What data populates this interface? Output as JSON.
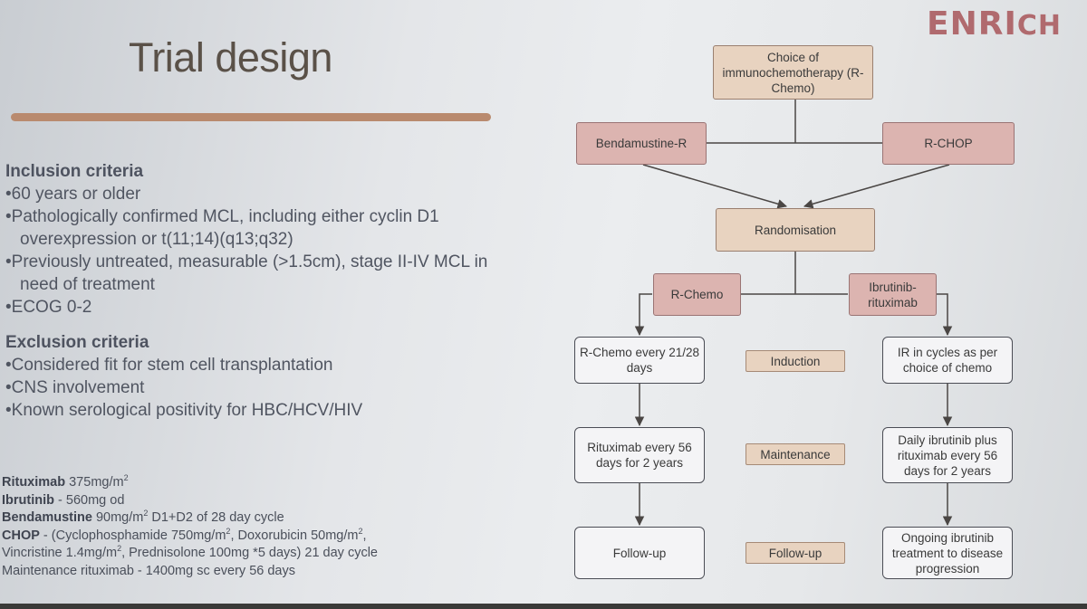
{
  "slide": {
    "title": "Trial design",
    "logo": {
      "part1": "EN",
      "part2": "RI",
      "part3": "CH"
    }
  },
  "inclusion": {
    "heading": "Inclusion criteria",
    "items": [
      "•60 years or older",
      "•Pathologically confirmed MCL, including either cyclin D1",
      "overexpression or t(11;14)(q13;q32)",
      "•Previously untreated, measurable (>1.5cm), stage II-IV MCL in",
      "need of treatment",
      "•ECOG 0-2"
    ]
  },
  "exclusion": {
    "heading": "Exclusion criteria",
    "items": [
      "•Considered fit for stem cell transplantation",
      "•CNS involvement",
      "•Known serological positivity for HBC/HCV/HIV"
    ]
  },
  "drugs": {
    "rituximab_name": "Rituximab",
    "rituximab_dose": " 375mg/m",
    "ibrutinib_name": "Ibrutinib",
    "ibrutinib_dose": " - 560mg od",
    "bendamustine_name": "Bendamustine",
    "bendamustine_dose_a": " 90mg/m",
    "bendamustine_dose_b": " D1+D2 of 28 day cycle",
    "chop_name": "CHOP",
    "chop_a": " - (Cyclophosphamide 750mg/m",
    "chop_b": ", Doxorubicin 50mg/m",
    "chop_c": ",",
    "vincristine_a": "Vincristine 1.4mg/m",
    "vincristine_b": ", Prednisolone 100mg *5 days) 21 day cycle",
    "maintenance": "Maintenance rituximab - 1400mg sc every 56 days",
    "superscript": "2"
  },
  "flowchart": {
    "choice": "Choice of immunochemotherapy (R-Chemo)",
    "bendamustine_r": "Bendamustine-R",
    "r_chop": "R-CHOP",
    "randomisation": "Randomisation",
    "r_chemo": "R-Chemo",
    "ibrutinib_rituximab": "Ibrutinib-rituximab",
    "left_induction": "R-Chemo every 21/28 days",
    "right_induction": "IR in cycles as per choice of chemo",
    "left_maintenance": "Rituximab every 56 days for 2 years",
    "right_maintenance": "Daily ibrutinib plus rituximab every 56 days for 2 years",
    "left_followup": "Follow-up",
    "right_followup": "Ongoing ibrutinib treatment to disease progression",
    "phase_induction": "Induction",
    "phase_maintenance": "Maintenance",
    "phase_followup": "Follow-up"
  },
  "colors": {
    "tan_box": "#e8d3c0",
    "rose_box": "#dcb4b0",
    "title_bar": "#b98a6e",
    "logo": "#b06a6e",
    "text": "#505561"
  }
}
